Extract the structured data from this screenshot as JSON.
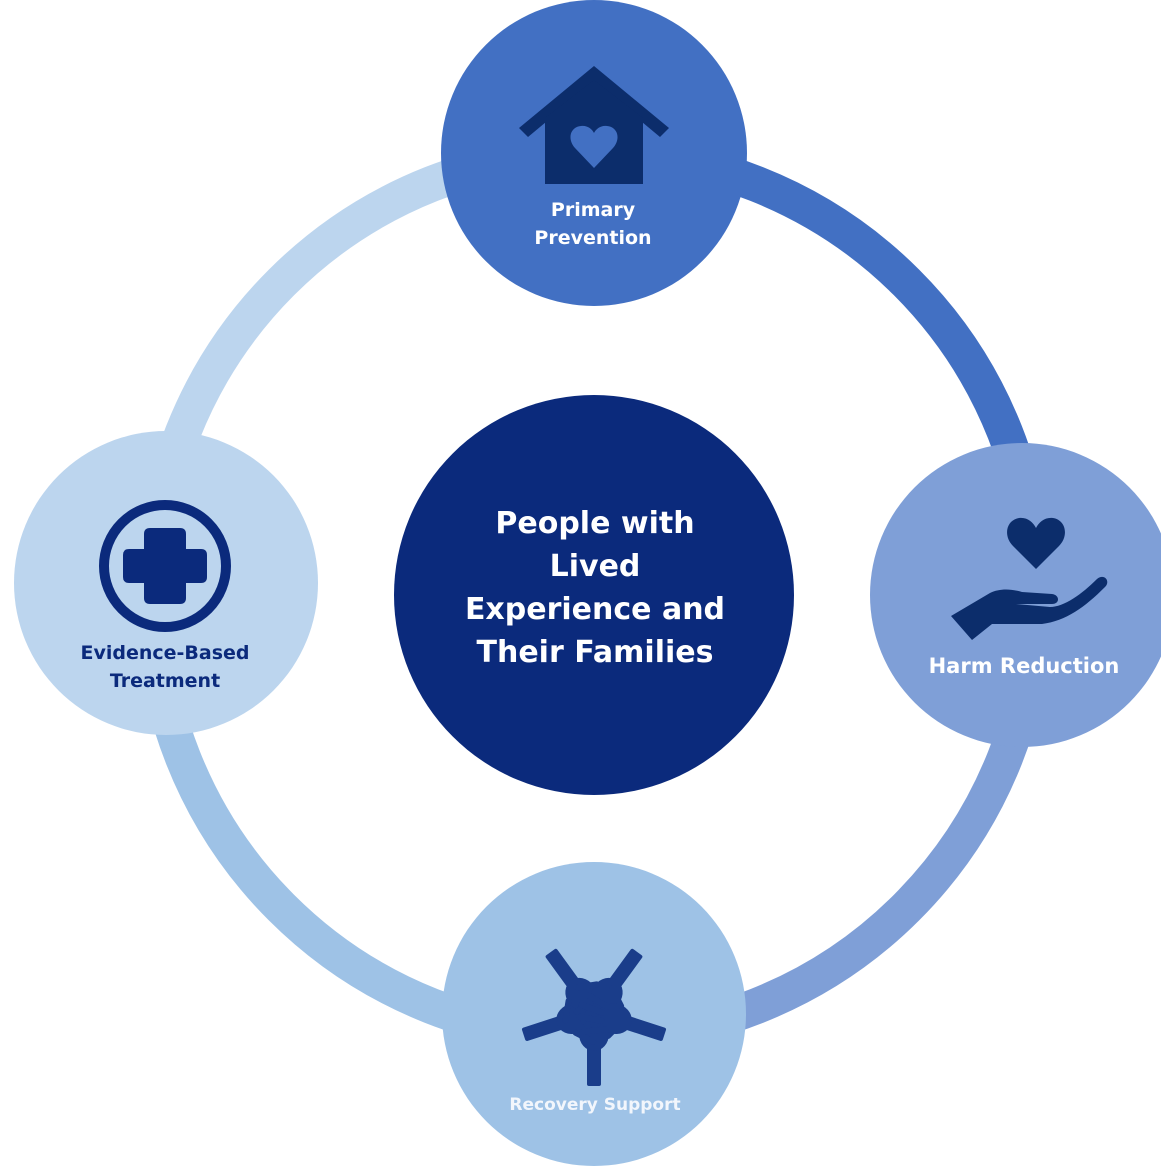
{
  "center": {
    "lines": [
      "People with",
      "Lived",
      "Experience and",
      "Their Families"
    ]
  },
  "nodes": {
    "top": {
      "lines": [
        "Primary",
        "Prevention"
      ],
      "icon": "house-heart-icon"
    },
    "right": {
      "lines": [
        "Harm Reduction"
      ],
      "icon": "hand-heart-icon"
    },
    "bottom": {
      "lines": [
        "Recovery Support"
      ],
      "icon": "hands-circle-icon"
    },
    "left": {
      "lines": [
        "Evidence-Based",
        "Treatment"
      ],
      "icon": "medical-cross-icon"
    }
  },
  "colors": {
    "center_fill": "#0b2a7c",
    "top_fill": "#4270c3",
    "right_fill": "#7f9fd7",
    "bottom_fill": "#9ec2e6",
    "left_fill": "#bcd5ee",
    "icon_dark": "#0c2d6b",
    "icon_blue": "#1a3d8a",
    "ring_top_right": "#4270c3",
    "ring_right_bottom": "#7f9fd7",
    "ring_bottom_left": "#9ec2e6",
    "ring_left_top": "#bcd5ee"
  }
}
